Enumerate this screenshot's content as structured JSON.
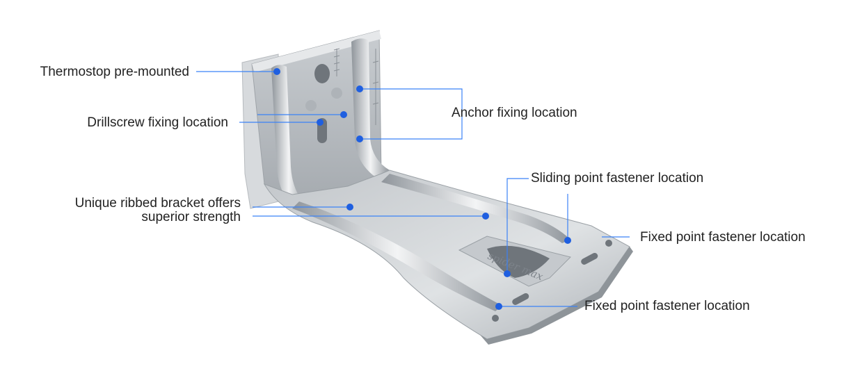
{
  "diagram": {
    "callouts": {
      "thermostop": "Thermostop pre-mounted",
      "drillscrew": "Drillscrew fixing location",
      "anchor": "Anchor fixing location",
      "ribbed_line1": "Unique ribbed bracket offers",
      "ribbed_line2": "superior strength",
      "sliding": "Sliding point fastener location",
      "fixed_right": "Fixed point fastener location",
      "fixed_bottom": "Fixed point fastener location"
    },
    "bracket_lettering": "spider max",
    "colors": {
      "leader_line": "#3b82f6",
      "marker_dot": "#1f5fe0",
      "text": "#222222"
    }
  }
}
